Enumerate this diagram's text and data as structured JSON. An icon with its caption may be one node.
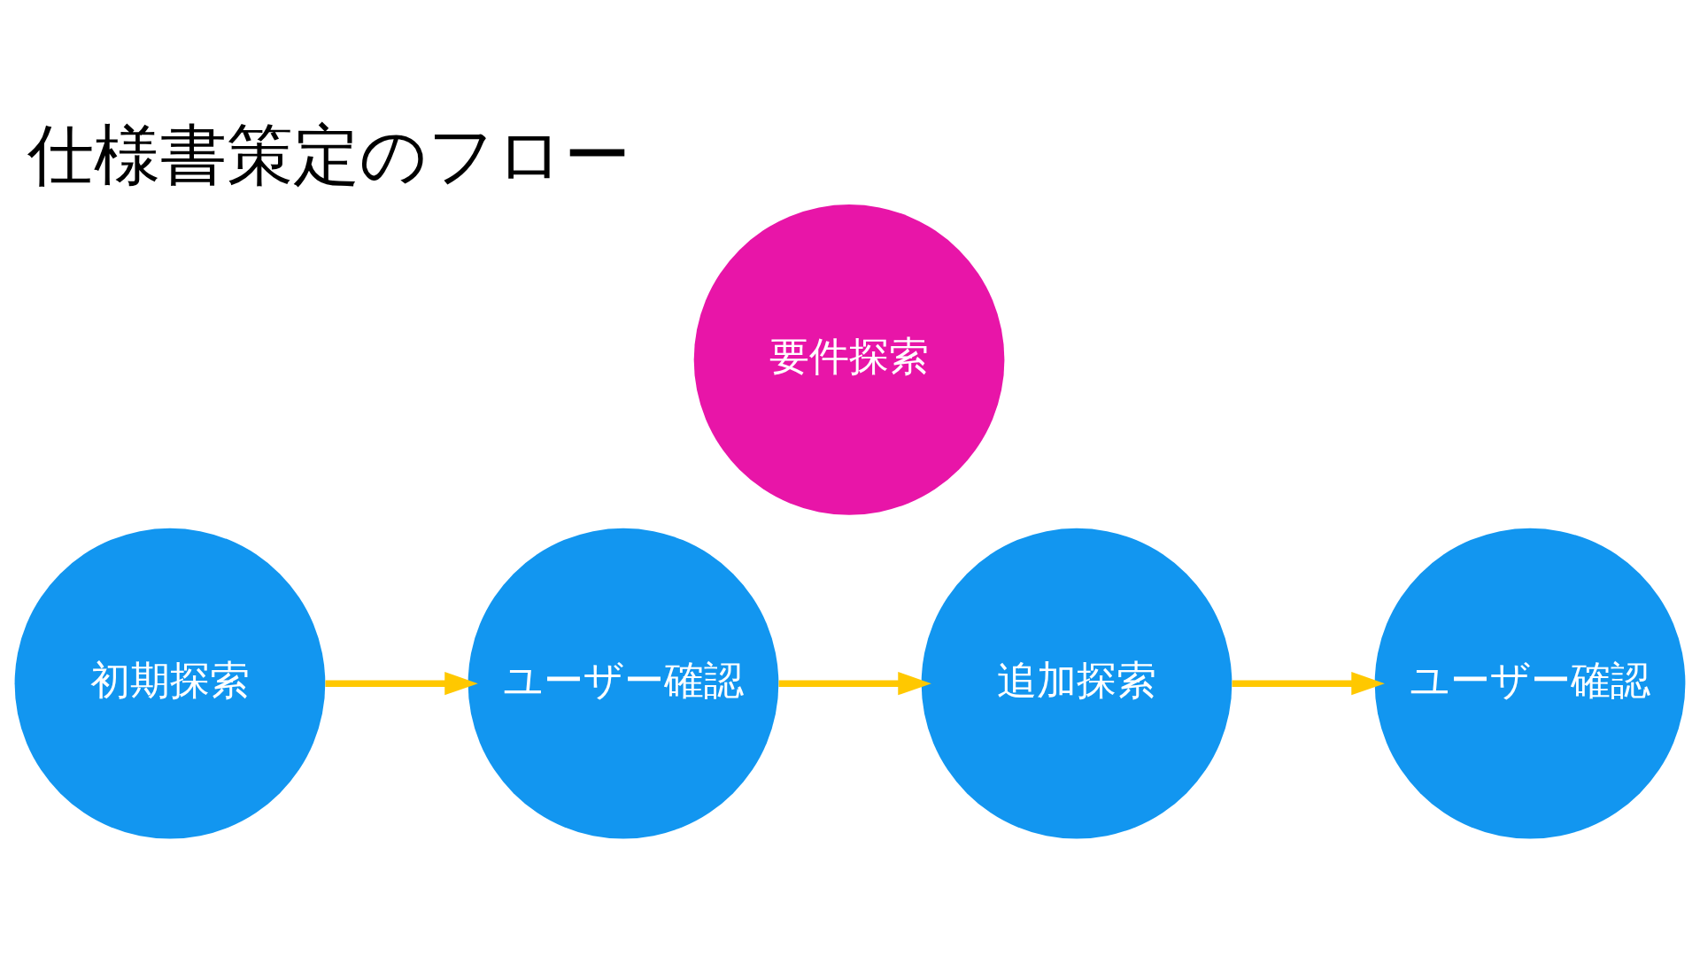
{
  "diagram": {
    "title": "仕様書策定のフロー",
    "nodes": [
      {
        "text": [
          "要件探索"
        ]
      },
      {
        "text": [
          "初期探索"
        ]
      },
      {
        "text": [
          "ユーザー確認"
        ]
      },
      {
        "text": [
          "追加探索"
        ]
      },
      {
        "text": [
          "ユーザー確認"
        ]
      }
    ],
    "edges": [
      {
        "from": 1,
        "to": 2,
        "arrow": "to"
      },
      {
        "from": 2,
        "to": 3,
        "arrow": "to"
      },
      {
        "from": 3,
        "to": 4,
        "arrow": "to"
      }
    ]
  }
}
